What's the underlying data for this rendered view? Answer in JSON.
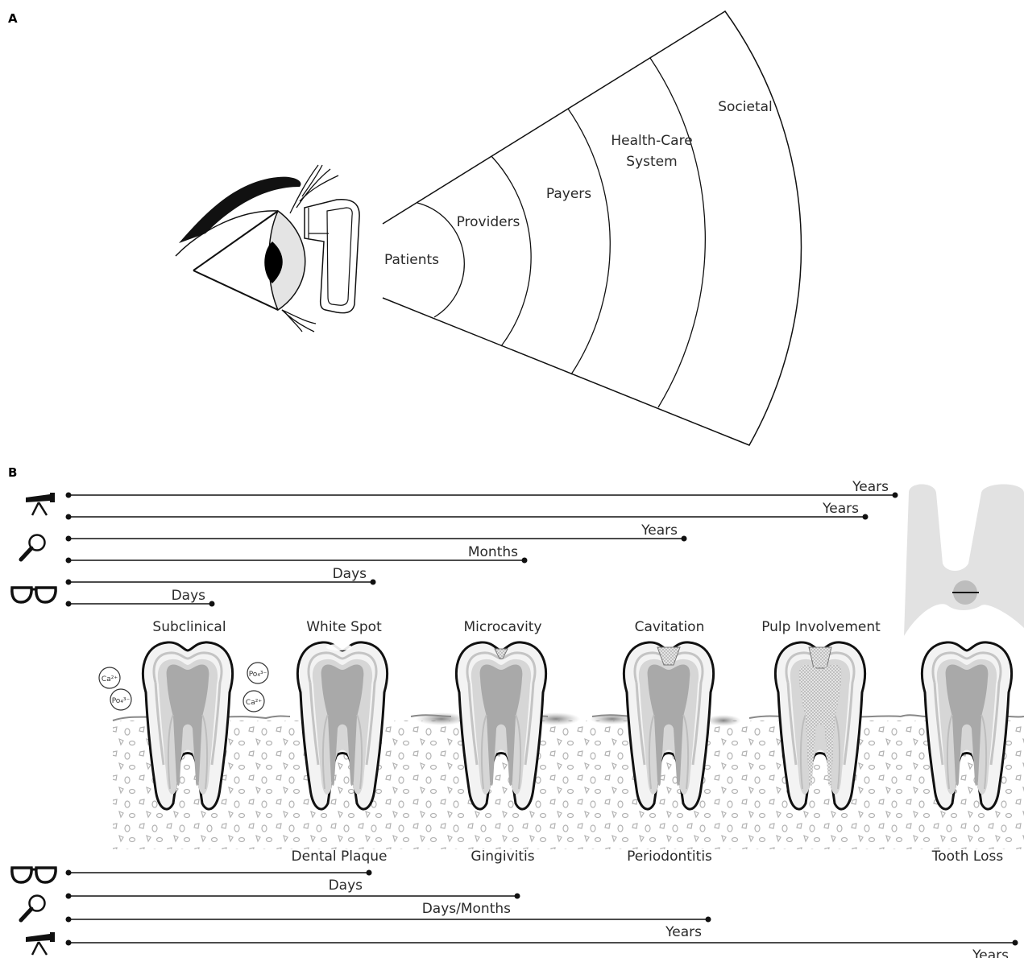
{
  "panel_a": {
    "label": "A",
    "segments": [
      "Patients",
      "Providers",
      "Payers",
      "Health-Care System",
      "Societal"
    ]
  },
  "panel_b": {
    "label": "B",
    "stages_top": [
      "Subclinical",
      "White Spot",
      "Microcavity",
      "Cavitation",
      "Pulp Involvement"
    ],
    "stages_bottom": [
      "Dental Plaque",
      "Gingivitis",
      "Periodontitis",
      "Tooth Loss"
    ],
    "ions": [
      "Ca²⁺",
      "Po₄³⁻",
      "Po₄³⁻",
      "Ca²⁺"
    ],
    "top_timelines": [
      {
        "icon": "telescope-icon",
        "label": "Years"
      },
      {
        "icon": "telescope-icon",
        "label": "Years"
      },
      {
        "icon": "magnifier-icon",
        "label": "Years"
      },
      {
        "icon": "magnifier-icon",
        "label": "Months"
      },
      {
        "icon": "glasses-icon",
        "label": "Days"
      },
      {
        "icon": "glasses-icon",
        "label": "Days"
      }
    ],
    "bottom_timelines": [
      {
        "icon": "glasses-icon",
        "label": "Days"
      },
      {
        "icon": "magnifier-icon",
        "label": "Days/Months"
      },
      {
        "icon": "magnifier-icon",
        "label": "Years"
      },
      {
        "icon": "telescope-icon",
        "label": "Years"
      }
    ]
  }
}
